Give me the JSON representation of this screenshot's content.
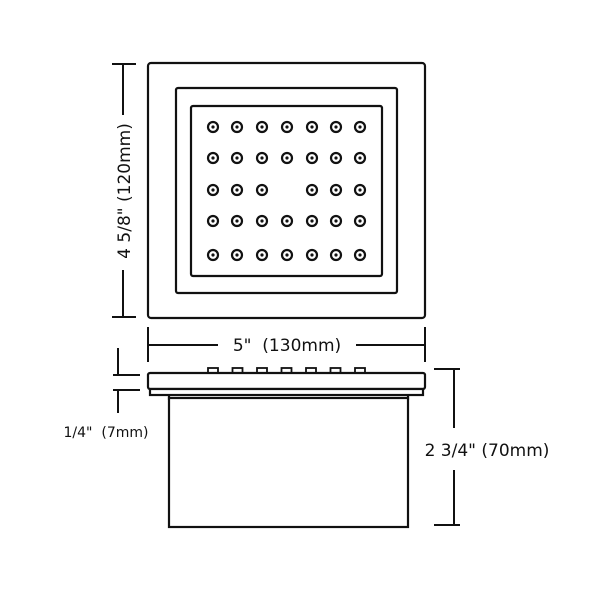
{
  "diagram": {
    "title": "Square shower body spray dimension drawing",
    "stroke_color": "#111111",
    "background": "#ffffff",
    "top_view": {
      "nozzle_grid": {
        "rows": 5,
        "cols": 7,
        "missing": [
          [
            2,
            3
          ]
        ]
      },
      "height_label": "4 5/8\" (120mm)",
      "width_label": "5\"  (130mm)"
    },
    "side_view": {
      "plate_thickness_label": "1/4\"  (7mm)",
      "total_depth_label": "2 3/4\" (70mm)",
      "nozzle_count": 7
    }
  }
}
